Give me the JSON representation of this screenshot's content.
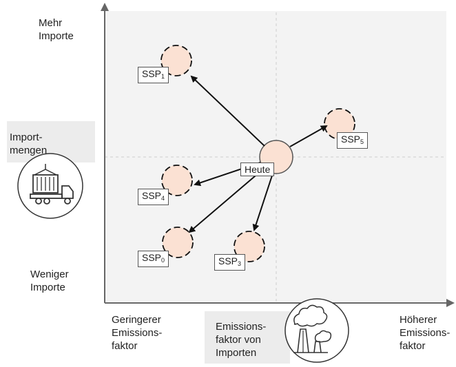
{
  "y_axis": {
    "top_label": [
      "Mehr",
      "Importe"
    ],
    "bottom_label": [
      "Weniger",
      "Importe"
    ],
    "title": [
      "Import-",
      "mengen"
    ]
  },
  "x_axis": {
    "left_label": [
      "Geringerer",
      "Emissions-",
      "faktor"
    ],
    "right_label": [
      "Höherer",
      "Emissions-",
      "faktor"
    ],
    "title": [
      "Emissions-",
      "faktor von",
      "Importen"
    ]
  },
  "nodes": {
    "center": {
      "label": "Heute"
    },
    "ssp1": {
      "base": "SSP",
      "sub": "1"
    },
    "ssp5": {
      "base": "SSP",
      "sub": "5"
    },
    "ssp4": {
      "base": "SSP",
      "sub": "4"
    },
    "ssp0": {
      "base": "SSP",
      "sub": "0"
    },
    "ssp3": {
      "base": "SSP",
      "sub": "3"
    }
  },
  "icons": {
    "imports": "container-truck-icon",
    "emissions": "factory-emissions-icon"
  },
  "colors": {
    "circle_fill": "#fbe1d3",
    "plot_bg": "#f3f3f3",
    "label_bg": "#ececec"
  }
}
